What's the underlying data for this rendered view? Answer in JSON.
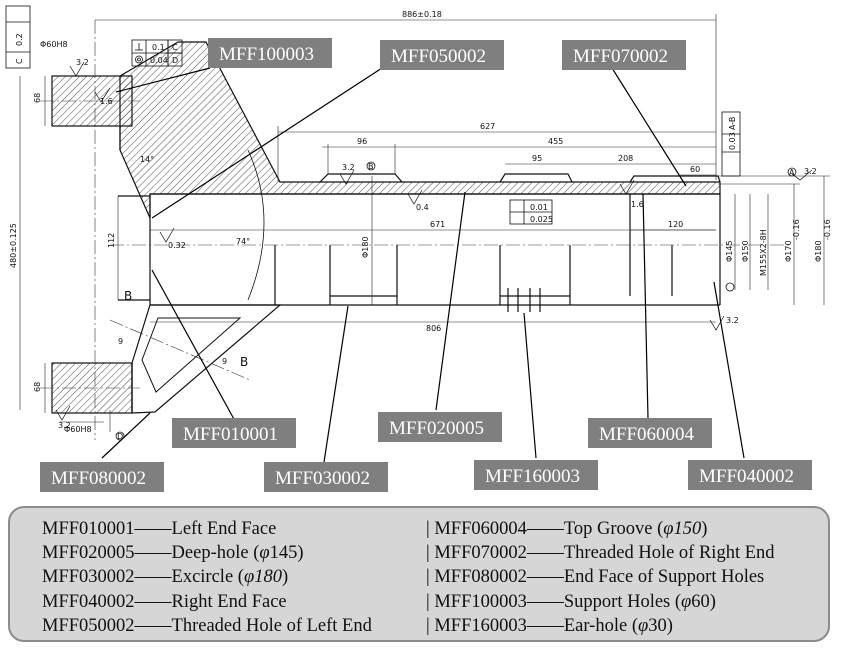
{
  "dimensions": {
    "overall_length": "886±0.18",
    "overall_height": "480±0.125",
    "ear_height_top": "68",
    "ear_height_bottom": "68",
    "bore_112": "112",
    "len_627": "627",
    "len_455": "455",
    "len_96": "96",
    "len_95": "95",
    "len_208": "208",
    "len_60": "60",
    "len_671": "671",
    "len_120": "120",
    "len_806": "806",
    "ear_hole_top": "Φ60H8",
    "ear_hole_bottom": "Φ60H8",
    "dia_180_left": "Φ180",
    "dia_145": "Φ145",
    "dia_150": "Φ150",
    "thread_m155": "M155X2-8H",
    "dia_170": "Φ170",
    "dia_180_right": "Φ180",
    "tol_016": "-0.16",
    "angle_14": "14°",
    "angle_74": "74°",
    "dim_9a": "9",
    "dim_9b": "9",
    "roughness_32": "3.2",
    "roughness_16": "1.6",
    "roughness_04": "0.4",
    "roughness_032": "0.32",
    "section_b": "B"
  },
  "gdt": {
    "pos_val": "0.1",
    "pos_ref": "C",
    "conc_val": "0.04",
    "conc_ref": "D",
    "perp_val": "0.2",
    "perp_ref": "C",
    "cyl_val": "0.01",
    "str_val": "0.025",
    "runout_val": "0.03",
    "runout_ref": "A-B",
    "datum_a": "A",
    "datum_b": "B",
    "datum_d": "D"
  },
  "callouts": {
    "mff100003": "MFF100003",
    "mff050002": "MFF050002",
    "mff070002": "MFF070002",
    "mff010001": "MFF010001",
    "mff020005": "MFF020005",
    "mff060004": "MFF060004",
    "mff080002": "MFF080002",
    "mff030002": "MFF030002",
    "mff160003": "MFF160003",
    "mff040002": "MFF040002"
  },
  "legend": {
    "left": [
      {
        "code": "MFF010001",
        "desc": "Left End Face"
      },
      {
        "code": "MFF020005",
        "desc": "Deep-hole (",
        "phi": "φ",
        "num": "145",
        "close": ")"
      },
      {
        "code": "MFF030002",
        "desc": "Excircle (",
        "phi": "φ",
        "num": "180",
        "close": ")"
      },
      {
        "code": "MFF040002",
        "desc": "Right End Face"
      },
      {
        "code": "MFF050002",
        "desc": "Threaded Hole of Left End"
      }
    ],
    "right": [
      {
        "code": "MFF060004",
        "desc": "Top Groove (",
        "phi": "φ",
        "num": "150",
        "close": ")"
      },
      {
        "code": "MFF070002",
        "desc": "Threaded Hole of Right End"
      },
      {
        "code": "MFF080002",
        "desc": "End Face of Support Holes"
      },
      {
        "code": "MFF100003",
        "desc": "Support Holes (",
        "phi": "φ",
        "num": "60",
        "close": ")"
      },
      {
        "code": "MFF160003",
        "desc": "Ear-hole (",
        "phi": "φ",
        "num": "30",
        "close": ")"
      }
    ],
    "dash": "——",
    "bar": "|"
  }
}
